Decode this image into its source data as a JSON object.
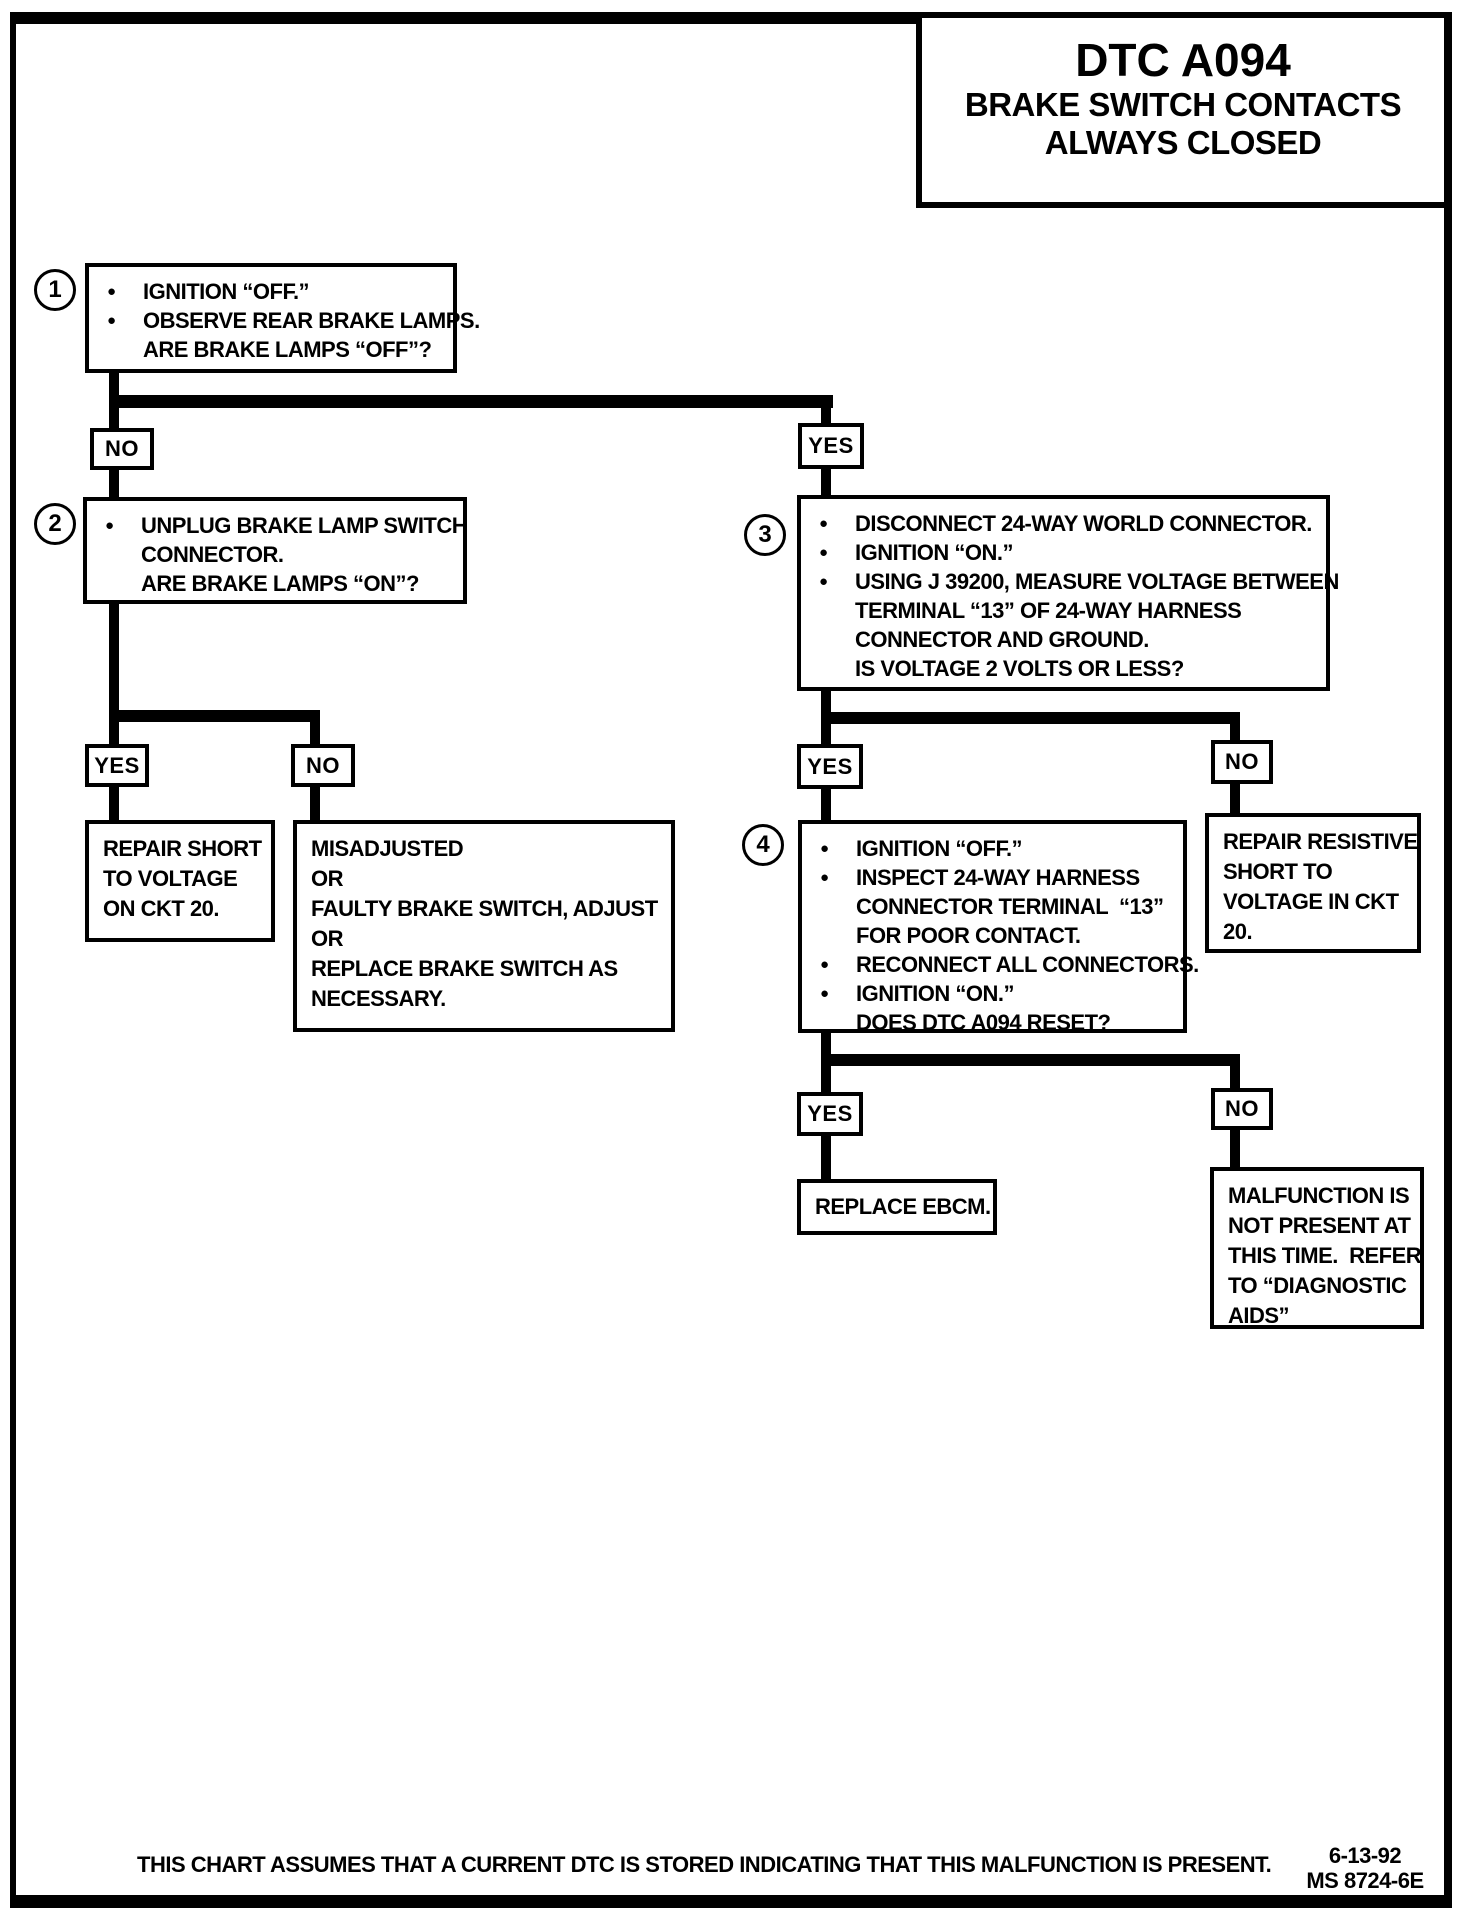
{
  "page": {
    "paper_color": "#ffffff",
    "ink_color": "#000000"
  },
  "title": {
    "code": "DTC A094",
    "subtitle1": "BRAKE SWITCH CONTACTS",
    "subtitle2": "ALWAYS CLOSED"
  },
  "branch_labels": {
    "yes": "YES",
    "no": "NO"
  },
  "steps": {
    "s1": {
      "num": "1",
      "lines": [
        {
          "bullet": true,
          "text": "IGNITION “OFF.”"
        },
        {
          "bullet": true,
          "text": "OBSERVE REAR BRAKE LAMPS."
        },
        {
          "bullet": false,
          "text": "ARE BRAKE LAMPS “OFF”?"
        }
      ]
    },
    "s2": {
      "num": "2",
      "lines": [
        {
          "bullet": true,
          "text": "UNPLUG BRAKE LAMP SWITCH"
        },
        {
          "bullet": false,
          "text": "CONNECTOR."
        },
        {
          "bullet": false,
          "text": "ARE BRAKE LAMPS “ON”?"
        }
      ]
    },
    "s3": {
      "num": "3",
      "lines": [
        {
          "bullet": true,
          "text": "DISCONNECT 24-WAY WORLD CONNECTOR."
        },
        {
          "bullet": true,
          "text": "IGNITION “ON.”"
        },
        {
          "bullet": true,
          "text": "USING J 39200, MEASURE VOLTAGE BETWEEN"
        },
        {
          "bullet": false,
          "text": "TERMINAL “13” OF 24-WAY HARNESS"
        },
        {
          "bullet": false,
          "text": "CONNECTOR AND GROUND."
        },
        {
          "bullet": false,
          "text": "IS VOLTAGE 2 VOLTS OR LESS?"
        }
      ]
    },
    "s4": {
      "num": "4",
      "lines": [
        {
          "bullet": true,
          "text": "IGNITION “OFF.”"
        },
        {
          "bullet": true,
          "text": "INSPECT 24-WAY HARNESS"
        },
        {
          "bullet": false,
          "text": "CONNECTOR TERMINAL  “13”"
        },
        {
          "bullet": false,
          "text": "FOR POOR CONTACT."
        },
        {
          "bullet": true,
          "text": "RECONNECT ALL CONNECTORS."
        },
        {
          "bullet": true,
          "text": "IGNITION “ON.”"
        },
        {
          "bullet": false,
          "text": "DOES DTC A094 RESET?"
        }
      ]
    }
  },
  "results": {
    "repair_short": {
      "lines": [
        "REPAIR SHORT",
        "TO VOLTAGE",
        "ON CKT 20."
      ]
    },
    "misadjusted": {
      "lines": [
        "MISADJUSTED",
        "OR",
        "FAULTY BRAKE SWITCH, ADJUST",
        "OR",
        "REPLACE BRAKE SWITCH AS",
        "NECESSARY."
      ]
    },
    "repair_resistive": {
      "lines": [
        "REPAIR RESISTIVE",
        "SHORT TO",
        "VOLTAGE IN CKT",
        "20."
      ]
    },
    "replace_ebcm": {
      "lines": [
        "REPLACE EBCM."
      ]
    },
    "malfunction_not_present": {
      "lines": [
        "MALFUNCTION IS",
        "NOT PRESENT AT",
        "THIS TIME.  REFER",
        "TO “DIAGNOSTIC",
        "AIDS”"
      ]
    }
  },
  "footer": {
    "note": "THIS CHART ASSUMES THAT A CURRENT DTC IS STORED INDICATING THAT THIS MALFUNCTION IS PRESENT.",
    "date": "6-13-92",
    "doc_number": "MS 8724-6E"
  }
}
